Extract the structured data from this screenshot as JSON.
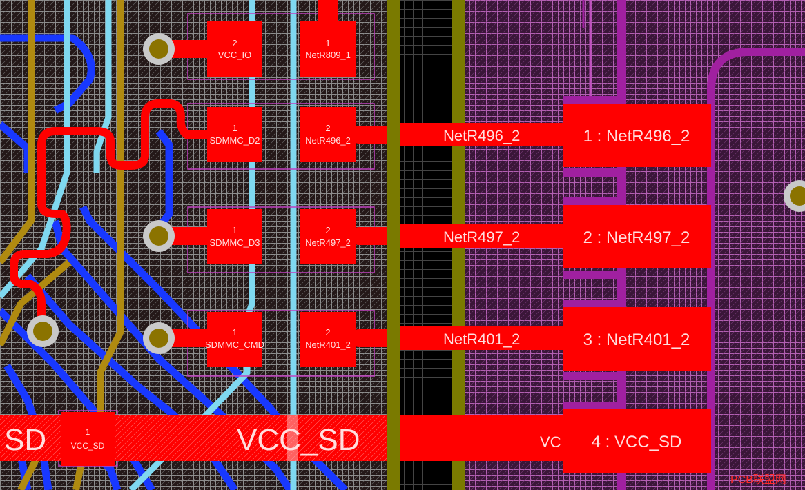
{
  "layout_view": {
    "colors": {
      "background": "#000000",
      "board_fill": "#3a1a3a",
      "grid_white": "#9a9a9a",
      "grid_purple": "#b060b0",
      "pad_red": "#ff0000",
      "trace_blue": "#1838ff",
      "trace_cyan": "#7fd8f0",
      "trace_gold": "#b08a10",
      "trace_olive": "#7a7a00",
      "trace_purple": "#a020a0",
      "via_ring": "#c9c9c9"
    },
    "resistor_pads": [
      {
        "pin": "2",
        "net": "VCC_IO"
      },
      {
        "pin": "1",
        "net": "NetR809_1"
      },
      {
        "pin": "1",
        "net": "SDMMC_D2"
      },
      {
        "pin": "2",
        "net": "NetR496_2"
      },
      {
        "pin": "1",
        "net": "SDMMC_D3"
      },
      {
        "pin": "2",
        "net": "NetR497_2"
      },
      {
        "pin": "1",
        "net": "SDMMC_CMD"
      },
      {
        "pin": "2",
        "net": "NetR401_2"
      },
      {
        "pin": "1",
        "net": "VCC_SD"
      }
    ],
    "connector_pads": [
      {
        "label": "1 : NetR496_2"
      },
      {
        "label": "2 : NetR497_2"
      },
      {
        "label": "3 : NetR401_2"
      },
      {
        "label": "4 : VCC_SD"
      }
    ],
    "trace_labels": {
      "net_r496": "NetR496_2",
      "net_r497": "NetR497_2",
      "net_r401": "NetR401_2",
      "vcc_sd_big": "VCC_SD",
      "vcc_sd_left": "SD",
      "vcc_sd_right": "VC"
    },
    "watermark": "PCB联盟网"
  }
}
